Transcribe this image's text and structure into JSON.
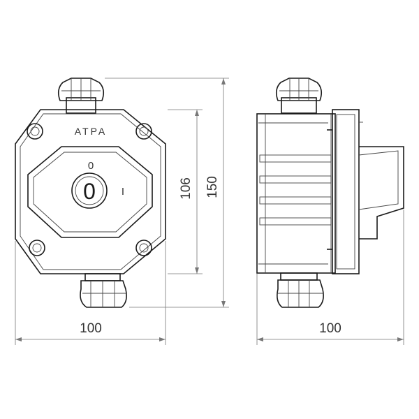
{
  "front_view": {
    "brand": "ATPA",
    "position_off": "0",
    "position_on": "I",
    "knob_label": "0"
  },
  "dimensions": {
    "height_inner": "106",
    "height_total": "150",
    "width_front": "100",
    "width_side": "100"
  },
  "colors": {
    "line": "#1a1a1a",
    "dimension": "#777777",
    "background": "#ffffff"
  }
}
